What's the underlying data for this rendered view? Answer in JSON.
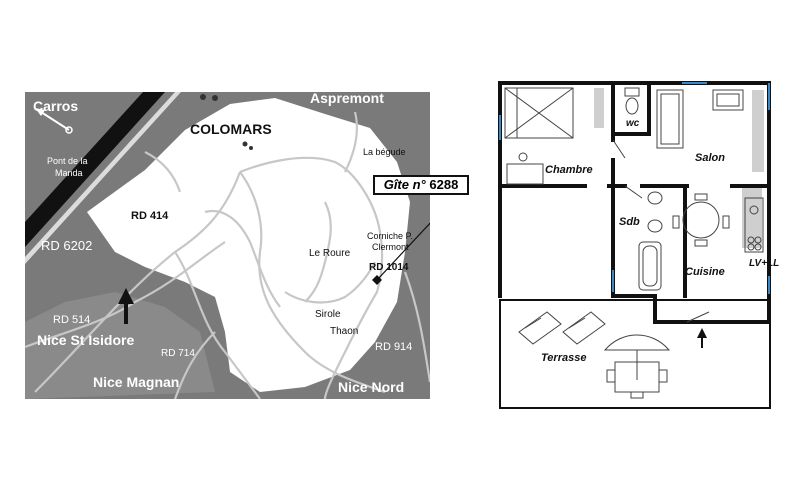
{
  "map": {
    "places": {
      "carros": "Carros",
      "aspremont": "Aspremont",
      "colomars": "COLOMARS",
      "pont_1": "Pont de la",
      "pont_2": "Manda",
      "la_begude": "La bégude",
      "rd414": "RD 414",
      "rd6202": "RD 6202",
      "le_roure": "Le Roure",
      "corniche_1": "Corniche P.",
      "corniche_2": "Clermont",
      "rd1014": "RD 1014",
      "rd514": "RD 514",
      "nice_st_isidore": "Nice St Isidore",
      "rd714": "RD 714",
      "sirole": "Sirole",
      "thaon": "Thaon",
      "rd914": "RD 914",
      "nice_magnan": "Nice Magnan",
      "nice_nord": "Nice Nord"
    },
    "gite_prefix": "Gîte n°",
    "gite_number": "6288",
    "colors": {
      "land": "#ffffff",
      "hills": "#7a7a7a",
      "river": "#111111",
      "roads": "#bdbdbd"
    },
    "icons": [
      "north-arrow-icon",
      "gite-marker-icon",
      "carros-arrow-icon"
    ]
  },
  "plan": {
    "rooms": {
      "wc": "wc",
      "chambre": "Chambre",
      "salon": "Salon",
      "sdb": "Sdb",
      "cuisine": "Cuisine",
      "lvll": "LV+LL",
      "terrasse": "Terrasse"
    },
    "icons": [
      "bed-icon",
      "toilet-icon",
      "sofa-icon",
      "armchair-icon",
      "desk-icon",
      "dining-table-icon",
      "bathtub-icon",
      "sink-icon",
      "stove-icon",
      "sun-lounger-icon",
      "parasol-icon",
      "entrance-arrow-icon"
    ]
  }
}
